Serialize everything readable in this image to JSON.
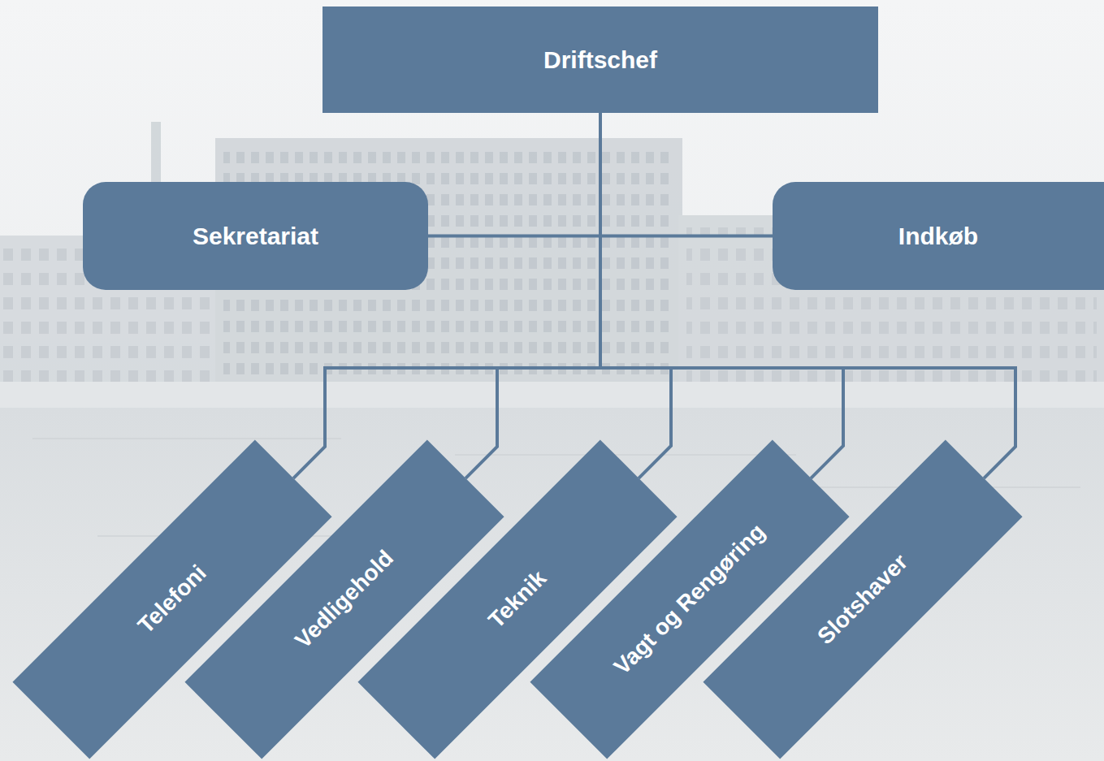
{
  "diagram": {
    "nodes": [
      {
        "text": [
          "Driftschef"
        ]
      },
      {
        "text": [
          "Sekretariat"
        ]
      },
      {
        "text": [
          "Indkøb"
        ]
      },
      {
        "text": [
          "Telefoni"
        ]
      },
      {
        "text": [
          "Vedligehold"
        ]
      },
      {
        "text": [
          "Teknik"
        ]
      },
      {
        "text": [
          "Vagt og Rengøring"
        ]
      },
      {
        "text": [
          "Slotshaver"
        ]
      }
    ],
    "edges": [
      {
        "from": 0,
        "to": 1,
        "arrow": "none"
      },
      {
        "from": 0,
        "to": 2,
        "arrow": "none"
      },
      {
        "from": 0,
        "to": 3,
        "arrow": "none"
      },
      {
        "from": 0,
        "to": 4,
        "arrow": "none"
      },
      {
        "from": 0,
        "to": 5,
        "arrow": "none"
      },
      {
        "from": 0,
        "to": 6,
        "arrow": "none"
      },
      {
        "from": 0,
        "to": 7,
        "arrow": "none"
      }
    ]
  }
}
